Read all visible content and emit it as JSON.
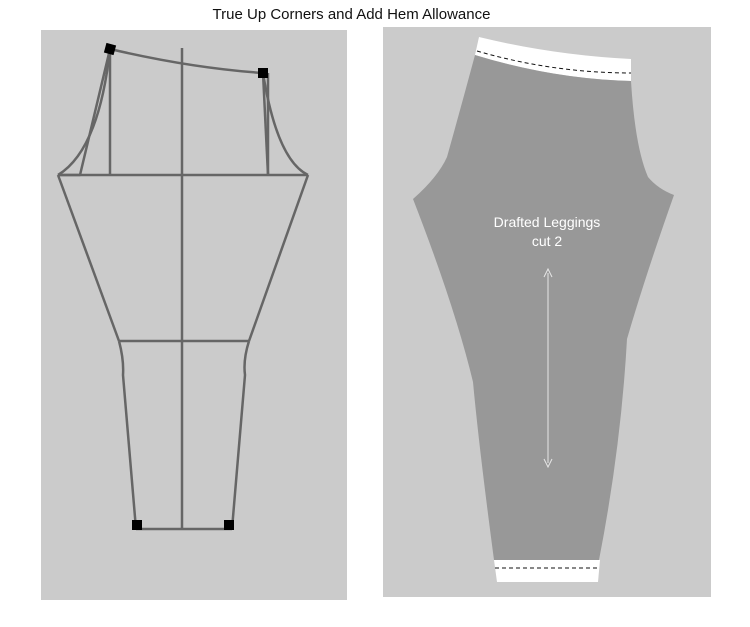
{
  "title": "True Up Corners and Add Hem Allowance",
  "pattern_piece": {
    "name": "Drafted Leggings",
    "cut": "cut 2"
  },
  "colors": {
    "panel_bg": "#cbcbcb",
    "draft_line": "#666666",
    "corner_marker": "#000000",
    "piece_fill": "#989898",
    "hem_allowance": "#ffffff",
    "grainline": "#e6e6e6"
  },
  "icons": {
    "corner_marker": "square-marker-icon",
    "grainline": "double-arrow-icon"
  }
}
